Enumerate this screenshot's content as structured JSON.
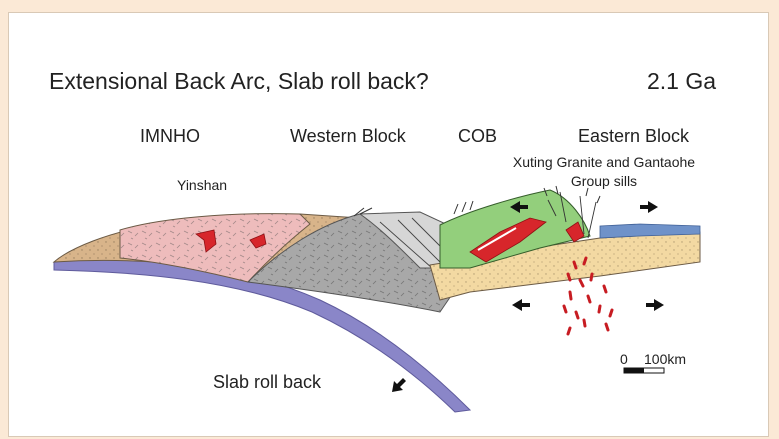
{
  "title": "Extensional Back Arc, Slab roll back?",
  "age": "2.1 Ga",
  "regions": {
    "imnho": "IMNHO",
    "western_block": "Western Block",
    "cob": "COB",
    "eastern_block": "Eastern Block"
  },
  "labels": {
    "yinshan": "Yinshan",
    "xuting_line1": "Xuting Granite and Gantaohe",
    "xuting_line2": "Group sills",
    "slab_roll_back": "Slab roll back",
    "scale_zero": "0",
    "scale_value": "100km"
  },
  "colors": {
    "background": "#fbe9d6",
    "slab": "#8a86c8",
    "crust_pink": "#eebcbc",
    "crust_grey": "#a8a8a8",
    "crust_light": "#d6d6d6",
    "green": "#93cf7c",
    "sediment_yellow": "#f3d9a2",
    "sediment_tan": "#d8b48a",
    "blue_cover": "#6f92c9",
    "magma_red": "#d7262b"
  }
}
